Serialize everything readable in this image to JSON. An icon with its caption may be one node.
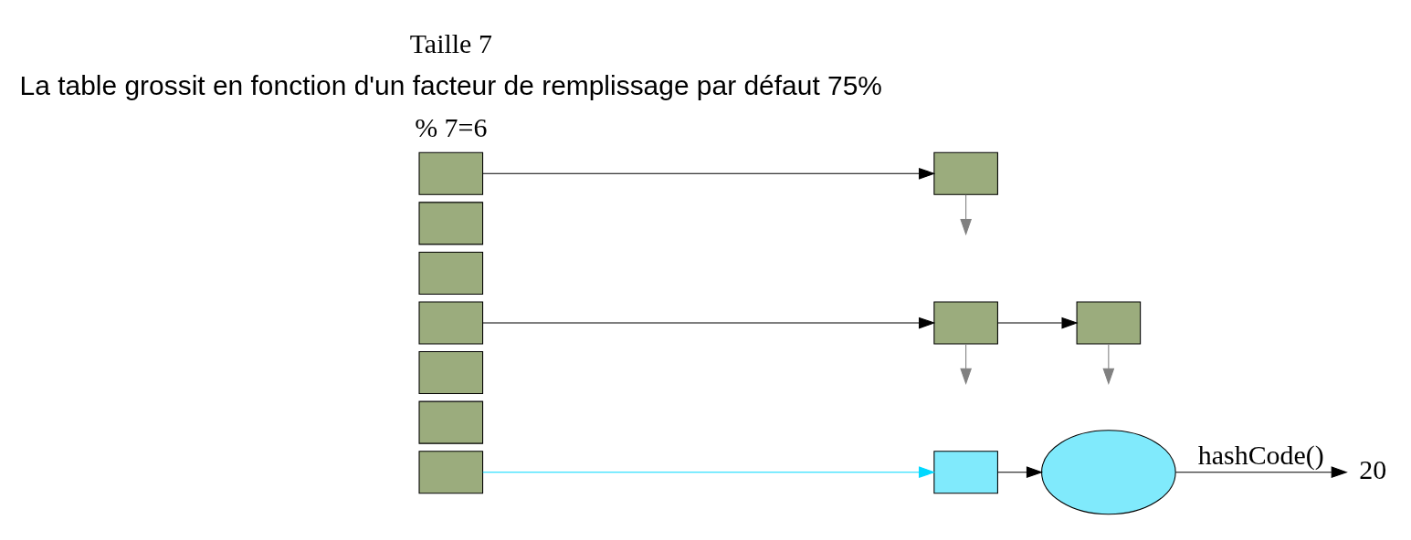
{
  "diagram": {
    "nodes": [
      {
        "text": [],
        "shape": "box"
      },
      {
        "text": [],
        "shape": "box"
      },
      {
        "text": [],
        "shape": "box"
      },
      {
        "text": [],
        "shape": "box"
      },
      {
        "text": [],
        "shape": "box"
      },
      {
        "text": [],
        "shape": "box"
      },
      {
        "text": [],
        "shape": "box"
      },
      {
        "text": [],
        "shape": "box"
      },
      {
        "text": [],
        "shape": "box"
      },
      {
        "text": [],
        "shape": "box"
      },
      {
        "text": [],
        "shape": "box"
      },
      {
        "text": [],
        "shape": "ellipse"
      },
      {
        "text": [
          "20"
        ]
      }
    ],
    "edges": [
      {
        "from": 0,
        "to": 7,
        "arrow": "to"
      },
      {
        "from": 3,
        "to": 8,
        "arrow": "to"
      },
      {
        "from": 8,
        "to": 9,
        "arrow": "to"
      },
      {
        "from": 6,
        "to": 10,
        "arrow": "to",
        "color": "#00d8ff"
      },
      {
        "from": 10,
        "to": 11,
        "arrow": "to"
      },
      {
        "from": 11,
        "to": 12,
        "arrow": "to",
        "label": "hashCode()"
      },
      {
        "from": 7,
        "to": null,
        "arrow": "to",
        "color": "#808080"
      },
      {
        "from": 8,
        "to": null,
        "arrow": "to",
        "color": "#808080"
      },
      {
        "from": 9,
        "to": null,
        "arrow": "to",
        "color": "#808080"
      }
    ],
    "labels": [
      "% 7=6",
      "La table grossit en fonction d'un facteur de remplissage par défaut 75%",
      "Taille 7"
    ]
  }
}
